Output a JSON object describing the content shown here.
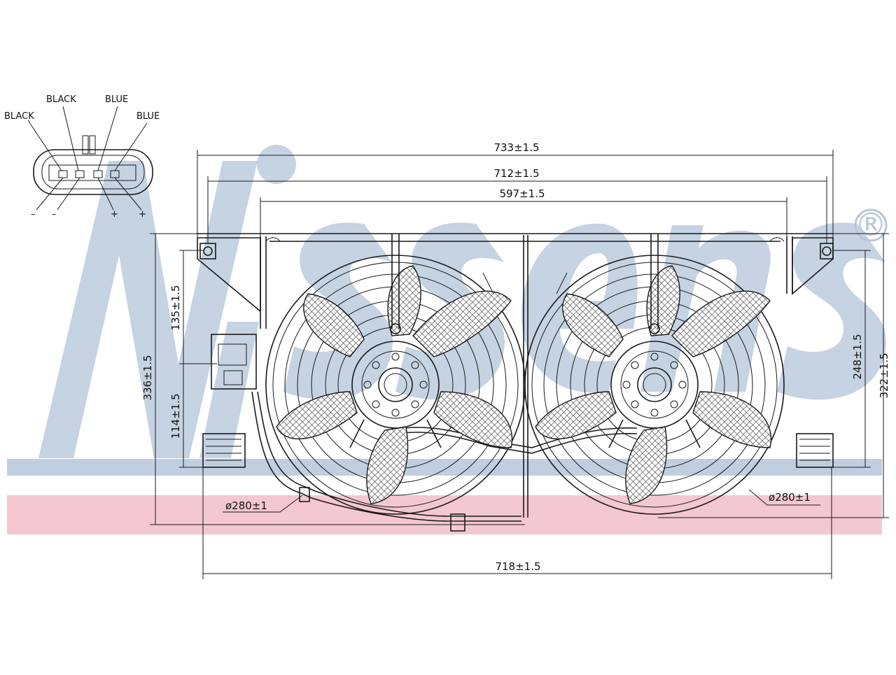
{
  "watermark": {
    "wordmark": "Nissens",
    "registered_mark": "®",
    "band_blue": "#bfcfe0",
    "band_pink": "#f3c8d0",
    "letter_color": "#c5d3e3"
  },
  "connector": {
    "wires": [
      {
        "color": "BLACK",
        "polarity": "–"
      },
      {
        "color": "BLACK",
        "polarity": "–"
      },
      {
        "color": "BLUE",
        "polarity": "+"
      },
      {
        "color": "BLUE",
        "polarity": "+"
      }
    ]
  },
  "dimensions": {
    "overall_width": "733±1.5",
    "mount_hole_spacing": "712±1.5",
    "shroud_width": "597±1.5",
    "bottom_width": "718±1.5",
    "total_height": "336±1.5",
    "right_height": "322±1.5",
    "right_hole_height": "248±1.5",
    "upper_offset": "135±1.5",
    "lower_offset": "114±1.5",
    "left_fan_diameter": "ø280±1",
    "right_fan_diameter": "ø280±1"
  }
}
